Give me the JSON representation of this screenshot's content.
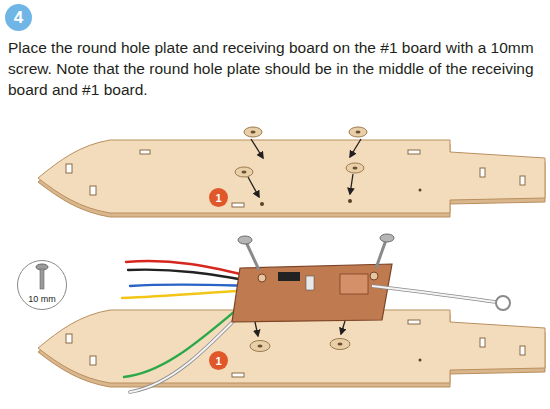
{
  "diagram": {
    "caption": "Place the round hole plate and receiving board on the #1 board with a 10mm screw. Note that the round hole plate should be in the middle of the receiving board and #1 board.",
    "nodes": [
      {
        "text": [
          "4"
        ]
      },
      {
        "text": [
          "1"
        ]
      },
      {
        "text": [
          "10 mm"
        ]
      },
      {
        "text": [
          "1"
        ]
      }
    ]
  }
}
